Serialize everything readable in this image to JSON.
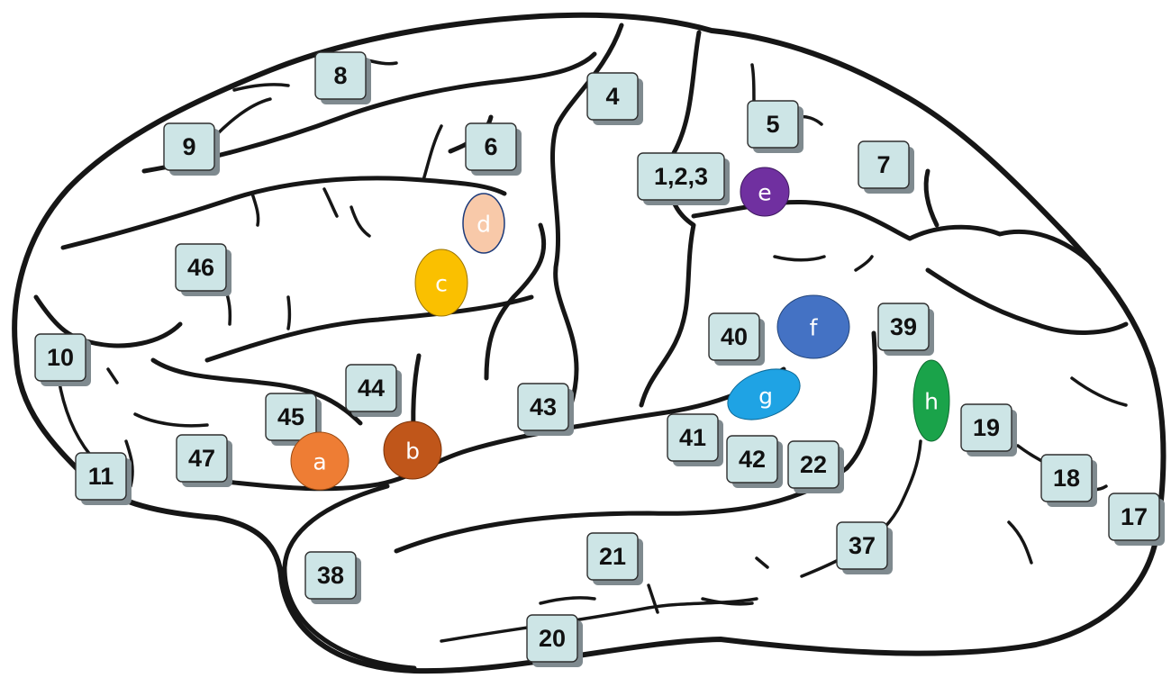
{
  "brodmann_areas": [
    {
      "label": "8"
    },
    {
      "label": "4"
    },
    {
      "label": "5"
    },
    {
      "label": "9"
    },
    {
      "label": "6"
    },
    {
      "label": "7"
    },
    {
      "label": "1,2,3"
    },
    {
      "label": "46"
    },
    {
      "label": "10"
    },
    {
      "label": "40"
    },
    {
      "label": "39"
    },
    {
      "label": "44"
    },
    {
      "label": "45"
    },
    {
      "label": "43"
    },
    {
      "label": "47"
    },
    {
      "label": "41"
    },
    {
      "label": "19"
    },
    {
      "label": "42"
    },
    {
      "label": "22"
    },
    {
      "label": "11"
    },
    {
      "label": "18"
    },
    {
      "label": "17"
    },
    {
      "label": "38"
    },
    {
      "label": "21"
    },
    {
      "label": "37"
    },
    {
      "label": "20"
    }
  ],
  "markers": [
    {
      "label": "a",
      "color": "#ee7d34"
    },
    {
      "label": "b",
      "color": "#c0561a"
    },
    {
      "label": "c",
      "color": "#fac000"
    },
    {
      "label": "d",
      "color": "#f8c9a9"
    },
    {
      "label": "e",
      "color": "#7030a0"
    },
    {
      "label": "f",
      "color": "#4472c4"
    },
    {
      "label": "g",
      "color": "#1fa3e4"
    },
    {
      "label": "h",
      "color": "#1aa34a"
    }
  ]
}
